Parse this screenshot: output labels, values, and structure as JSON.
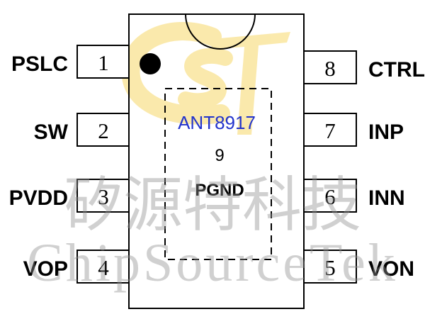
{
  "part_number": "ANT8917",
  "thermal_pad": {
    "number": "9",
    "name": "PGND"
  },
  "pins_left": [
    {
      "number": "1",
      "name": "PSLC"
    },
    {
      "number": "2",
      "name": "SW"
    },
    {
      "number": "3",
      "name": "PVDD"
    },
    {
      "number": "4",
      "name": "VOP"
    }
  ],
  "pins_right": [
    {
      "number": "8",
      "name": "CTRL"
    },
    {
      "number": "7",
      "name": "INP"
    },
    {
      "number": "6",
      "name": "INN"
    },
    {
      "number": "5",
      "name": "VON"
    }
  ],
  "watermark": {
    "chinese": "矽源特科技",
    "english": "ChipSourceTek",
    "logo_text": "CST"
  },
  "colors": {
    "part_number": "#2233cc",
    "logo": "#f7d86a",
    "outline": "#000000"
  }
}
